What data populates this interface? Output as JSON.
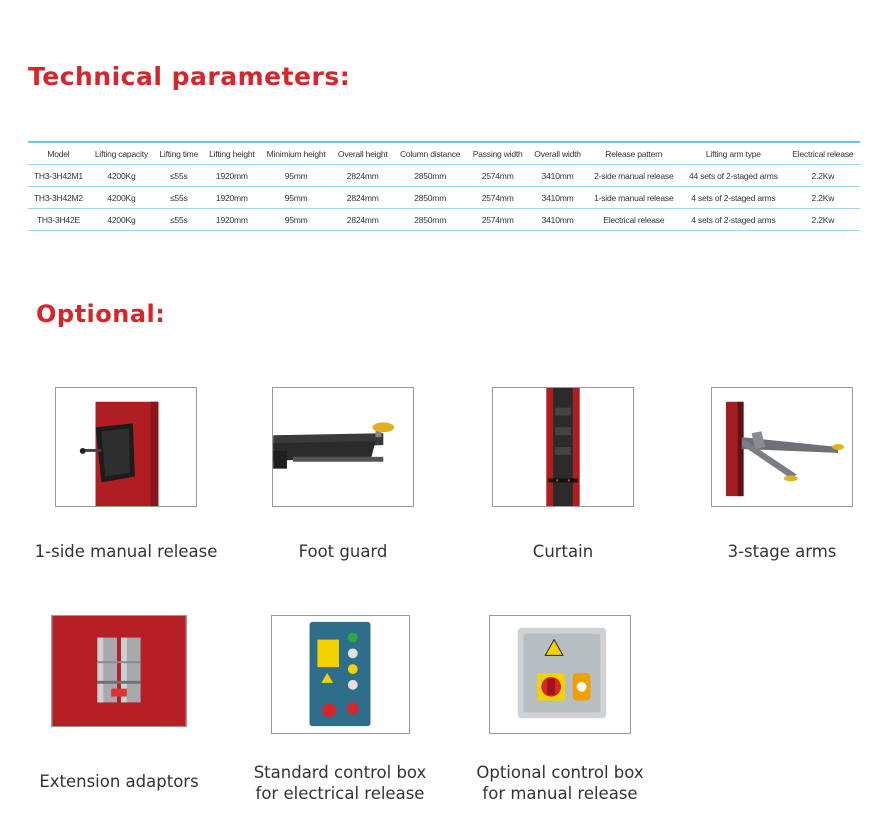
{
  "headings": {
    "technical": "Technical parameters:",
    "optional": "Optional:"
  },
  "table": {
    "columns": [
      "Model",
      "Lifting capacity",
      "Lifting time",
      "Lifting height",
      "Minimium height",
      "Overall height",
      "Column distance",
      "Passing width",
      "Overall width",
      "Release pattern",
      "Lifting arm type",
      "Electrical release"
    ],
    "rows": [
      [
        "TH3-3H42M1",
        "4200Kg",
        "≤55s",
        "1920mm",
        "95mm",
        "2824mm",
        "2850mm",
        "2574mm",
        "3410mm",
        "2-side manual release",
        "44 sets of 2-staged arms",
        "2.2Kw"
      ],
      [
        "TH3-3H42M2",
        "4200Kg",
        "≤55s",
        "1920mm",
        "95mm",
        "2824mm",
        "2850mm",
        "2574mm",
        "3410mm",
        "1-side manual release",
        "4 sets of 2-staged arms",
        "2.2Kw"
      ],
      [
        "TH3-3H42E",
        "4200Kg",
        "≤55s",
        "1920mm",
        "95mm",
        "2824mm",
        "2850mm",
        "2574mm",
        "3410mm",
        "Electrical release",
        "4 sets of 2-staged arms",
        "2.2Kw"
      ]
    ]
  },
  "options": [
    {
      "icon": "manual-release-photo",
      "caption": [
        "1-side manual release"
      ]
    },
    {
      "icon": "foot-guard-photo",
      "caption": [
        "Foot guard"
      ]
    },
    {
      "icon": "curtain-photo",
      "caption": [
        "Curtain"
      ]
    },
    {
      "icon": "three-stage-arms-photo",
      "caption": [
        "3-stage arms"
      ]
    },
    {
      "icon": "extension-adaptors-photo",
      "caption": [
        "Extension adaptors"
      ]
    },
    {
      "icon": "standard-control-box-photo",
      "caption": [
        "Standard control box",
        "for electrical release"
      ]
    },
    {
      "icon": "optional-control-box-photo",
      "caption": [
        "Optional control box",
        "for manual release"
      ]
    }
  ],
  "colors": {
    "heading": "#d7262b",
    "table_rule": "#6fc0ea",
    "lift_red": "#b01e24",
    "control_box_blue": "#2f6e8a"
  }
}
